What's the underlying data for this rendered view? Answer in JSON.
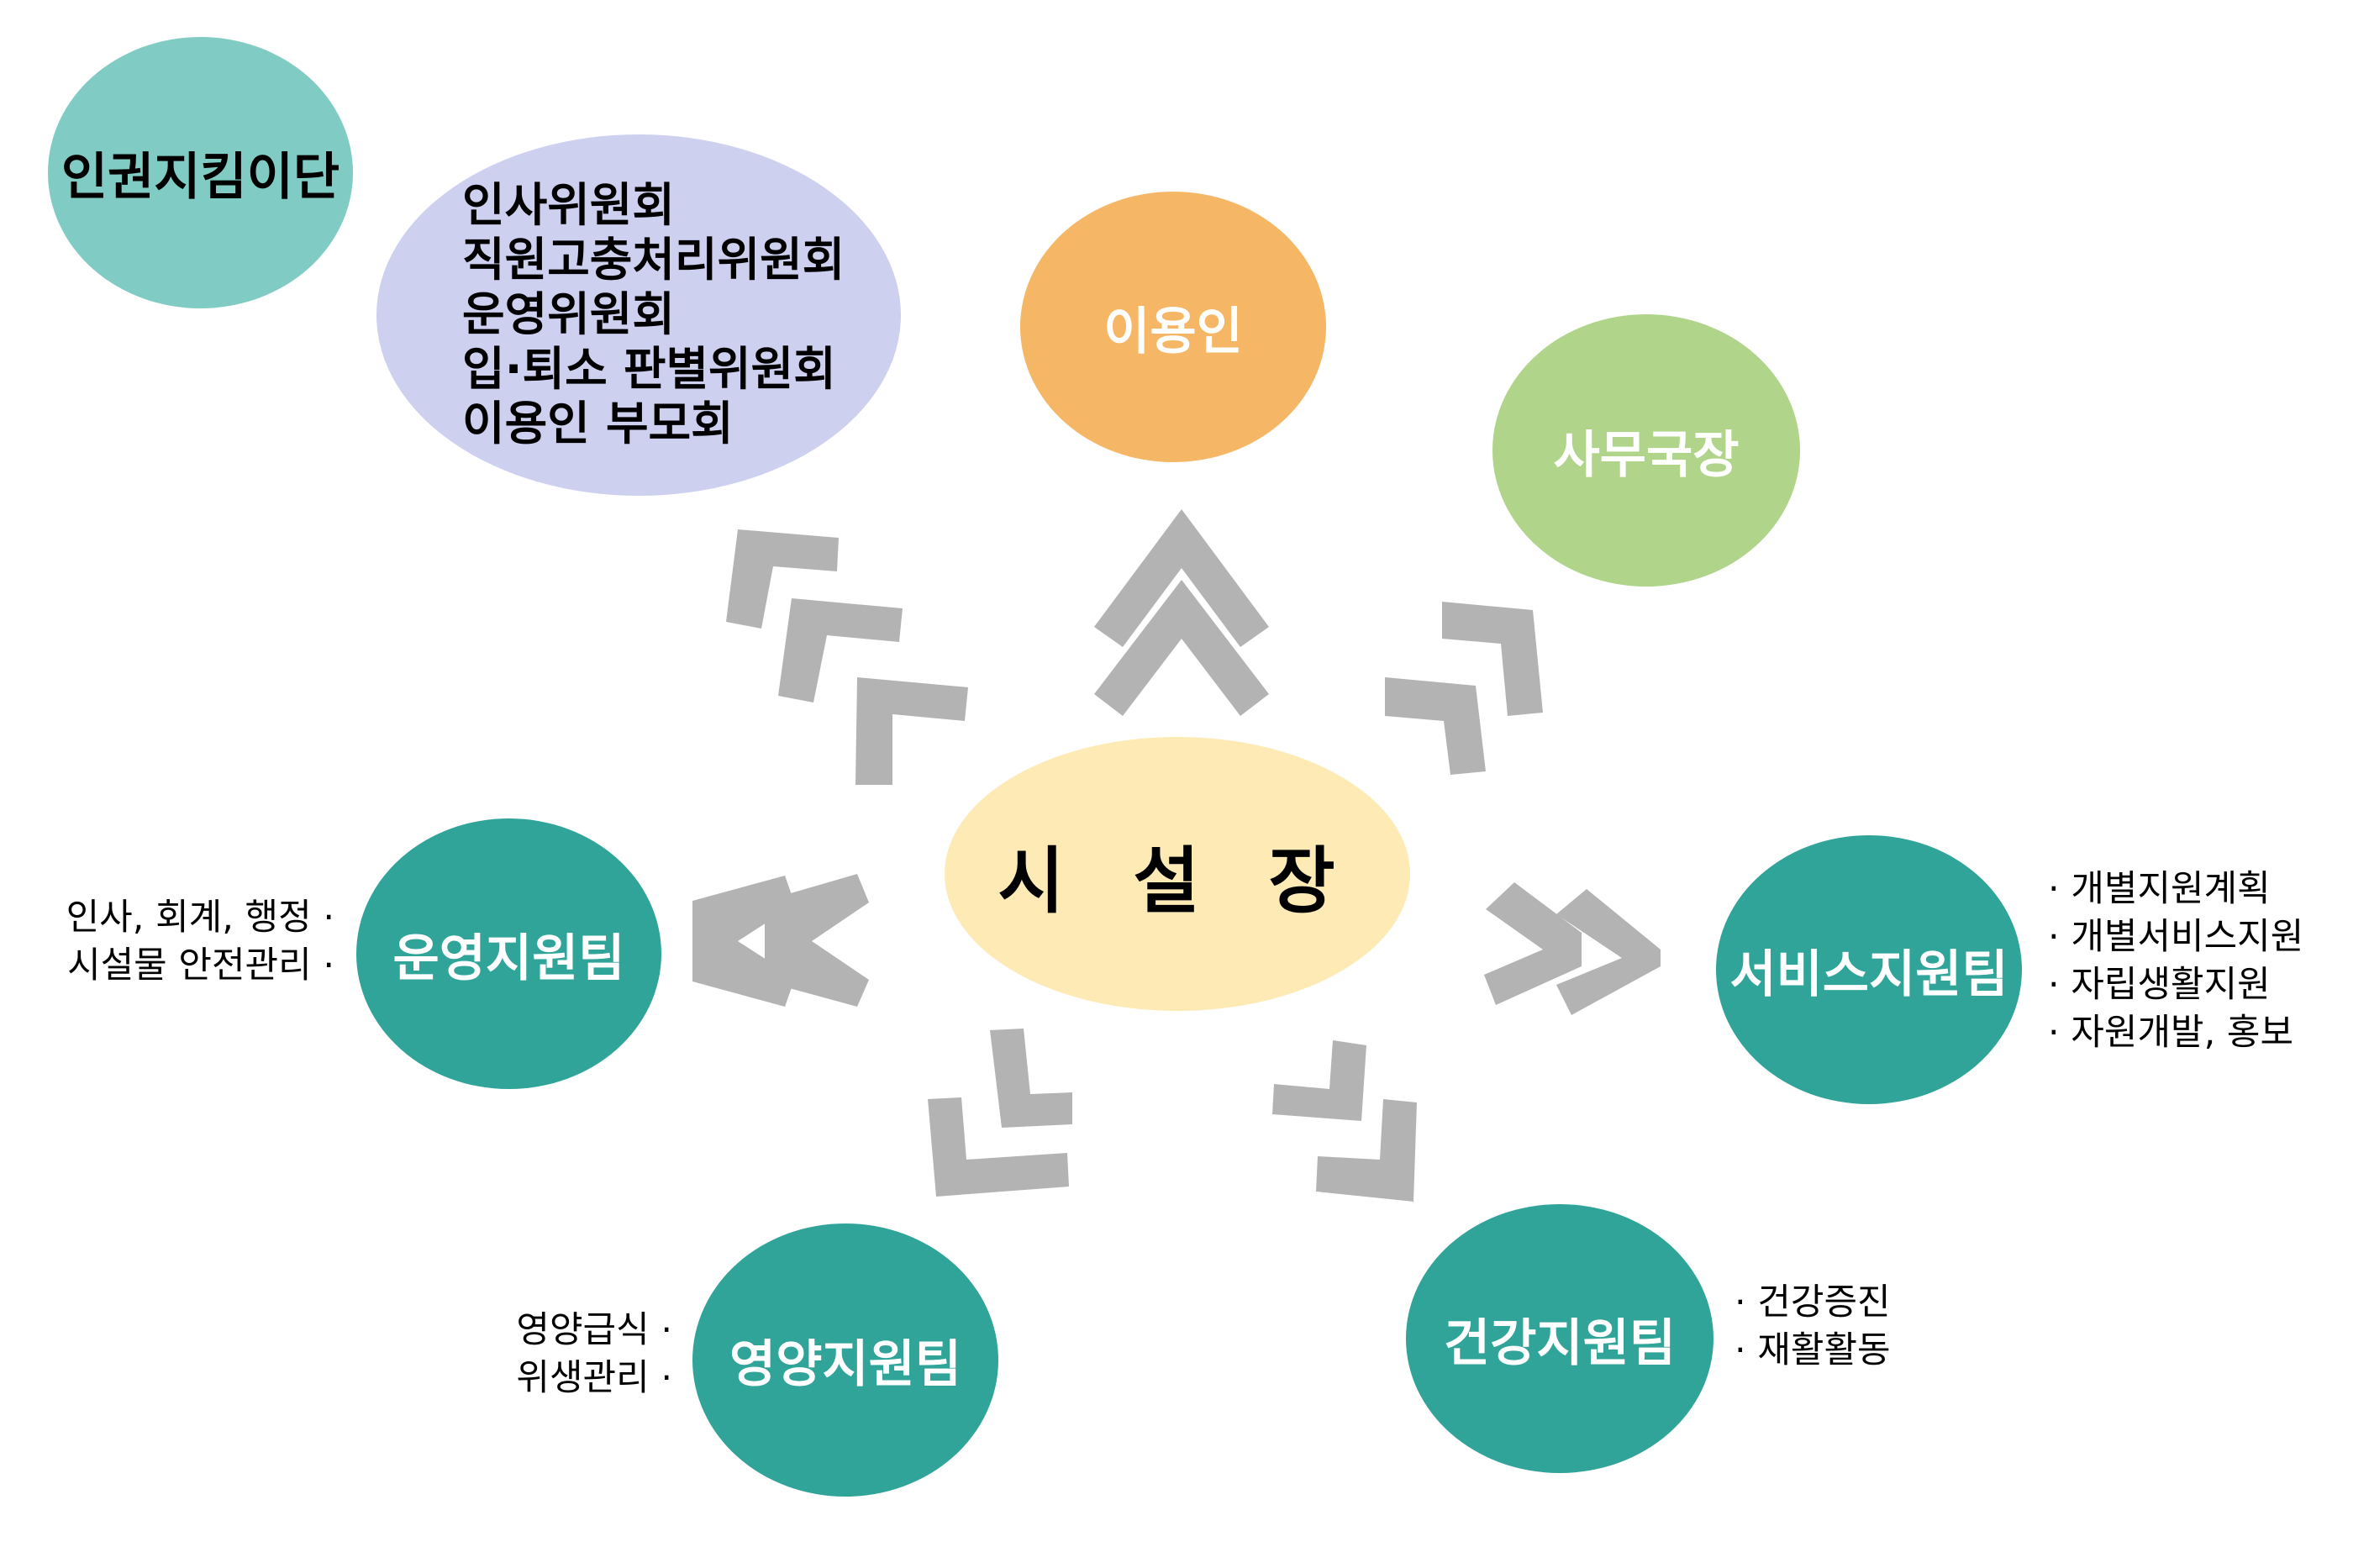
{
  "center": {
    "label": "시 설 장"
  },
  "rights_team": {
    "label": "인권지킴이단"
  },
  "committees": {
    "items": [
      "인사위원회",
      "직원고충처리위원회",
      "운영위원회",
      "입·퇴소 판별위원회",
      "이용인 부모회"
    ]
  },
  "user": {
    "label": "이용인"
  },
  "secretary": {
    "label": "사무국장"
  },
  "operations_team": {
    "label": "운영지원팀",
    "duties": [
      "인사, 회계, 행정 ·",
      "시설물 안전관리 ·"
    ]
  },
  "service_team": {
    "label": "서비스지원팀",
    "duties": [
      "· 개별지원계획",
      "· 개별서비스지원",
      "· 자립생활지원",
      "· 자원개발, 홍보"
    ]
  },
  "nutrition_team": {
    "label": "영양지원팀",
    "duties": [
      "영양급식 ·",
      "위생관리 ·"
    ]
  },
  "health_team": {
    "label": "건강지원팀",
    "duties": [
      "· 건강증진",
      "· 재활활동"
    ]
  },
  "colors": {
    "center": "#fdeab5",
    "rights_team": "#80ccc4",
    "committees": "#cdd0ef",
    "user": "#f5b766",
    "secretary": "#b0d58a",
    "teams": "#30a499",
    "arrows": "#b3b3b3"
  }
}
